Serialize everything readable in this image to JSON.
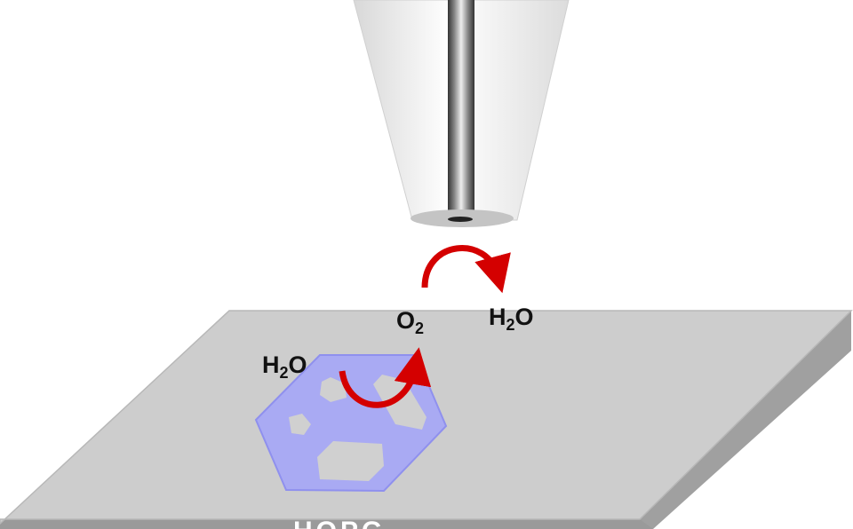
{
  "labels": {
    "o2": {
      "main": "O",
      "sub": "2"
    },
    "h2o_right": {
      "pre": "H",
      "sub": "2",
      "post": "O"
    },
    "h2o_left": {
      "pre": "H",
      "sub": "2",
      "post": "O"
    },
    "substrate": "HOPG"
  },
  "colors": {
    "substrate_top": "#cccccc",
    "substrate_side": "#a0a0a0",
    "flake": "#a9aaf3",
    "arrow": "#d40000",
    "tip": "#f2f2f2"
  }
}
